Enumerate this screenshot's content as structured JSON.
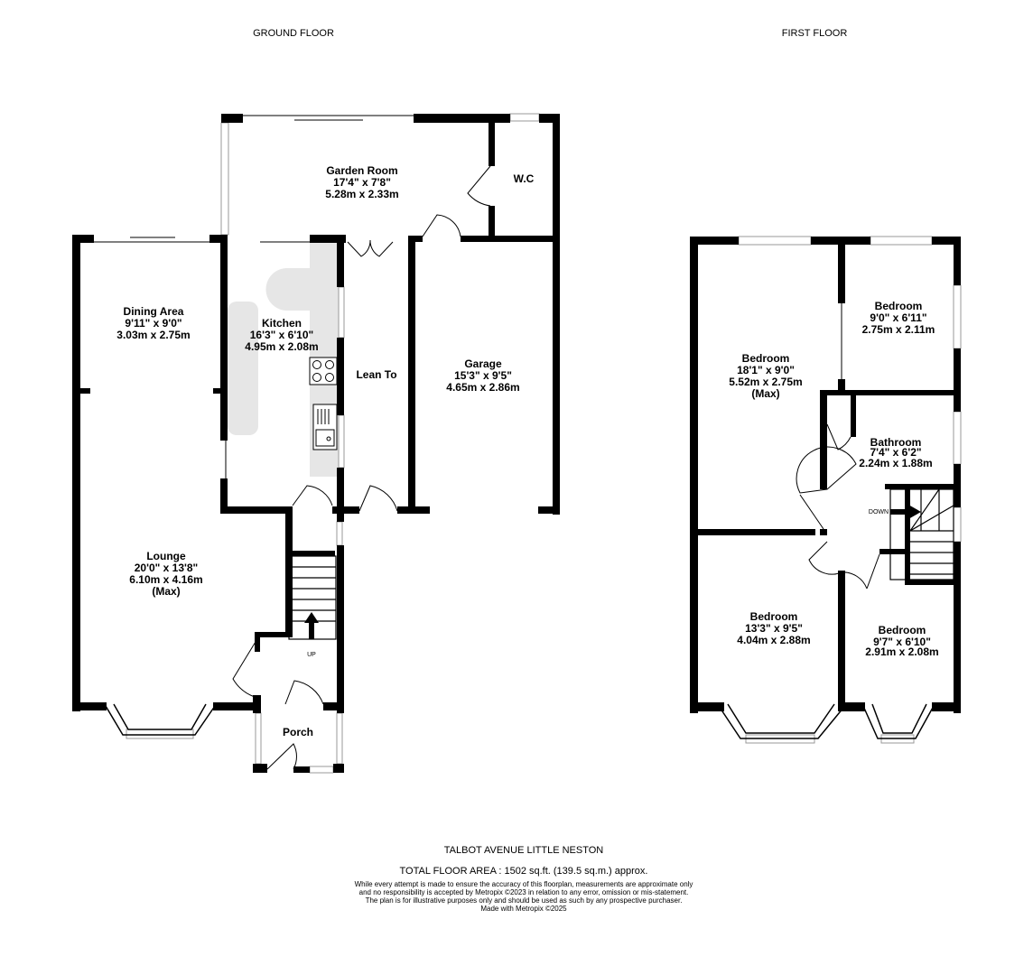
{
  "floors": {
    "ground": {
      "label": "GROUND FLOOR",
      "rooms": {
        "garden_room": {
          "name": "Garden Room",
          "dim_imperial": "17'4\"  x 7'8\"",
          "dim_metric": "5.28m  x 2.33m"
        },
        "wc": {
          "name": "W.C"
        },
        "dining": {
          "name": "Dining Area",
          "dim_imperial": "9'11\"  x 9'0\"",
          "dim_metric": "3.03m  x 2.75m"
        },
        "kitchen": {
          "name": "Kitchen",
          "dim_imperial": "16'3\"  x 6'10\"",
          "dim_metric": "4.95m  x 2.08m"
        },
        "lean_to": {
          "name": "Lean To"
        },
        "garage": {
          "name": "Garage",
          "dim_imperial": "15'3\"  x 9'5\"",
          "dim_metric": "4.65m  x 2.86m"
        },
        "lounge": {
          "name": "Lounge",
          "dim_imperial": "20'0\"  x 13'8\"",
          "dim_metric": "6.10m  x 4.16m",
          "note": "(Max)"
        },
        "porch": {
          "name": "Porch"
        }
      },
      "stairs_label": "UP"
    },
    "first": {
      "label": "FIRST FLOOR",
      "rooms": {
        "bedroom_a": {
          "name": "Bedroom",
          "dim_imperial": "18'1\"  x 9'0\"",
          "dim_metric": "5.52m  x 2.75m",
          "note": "(Max)"
        },
        "bedroom_b": {
          "name": "Bedroom",
          "dim_imperial": "9'0\"  x 6'11\"",
          "dim_metric": "2.75m  x 2.11m"
        },
        "bathroom": {
          "name": "Bathroom",
          "dim_imperial": "7'4\"  x 6'2\"",
          "dim_metric": "2.24m  x 1.88m"
        },
        "bedroom_c": {
          "name": "Bedroom",
          "dim_imperial": "13'3\"  x 9'5\"",
          "dim_metric": "4.04m  x 2.88m"
        },
        "bedroom_d": {
          "name": "Bedroom",
          "dim_imperial": "9'7\"  x 6'10\"",
          "dim_metric": "2.91m  x 2.08m"
        }
      },
      "stairs_label": "DOWN"
    }
  },
  "footer": {
    "address": "TALBOT AVENUE LITTLE NESTON",
    "total_area": "TOTAL FLOOR AREA : 1502 sq.ft. (139.5 sq.m.) approx.",
    "disclaimer": [
      "While every attempt is made to ensure the accuracy of this floorplan, measurements are approximate only",
      "and no responsibility is accepted by Metropix ©2023 in relation to any error, omission or mis-statement.",
      "The plan is for illustrative purposes only and should be used as such by any prospective purchaser.",
      "Made with Metropix ©2025"
    ]
  },
  "colors": {
    "wall": "#000000",
    "fixture": "#e6e6e6",
    "window": "#bfbfbf"
  }
}
